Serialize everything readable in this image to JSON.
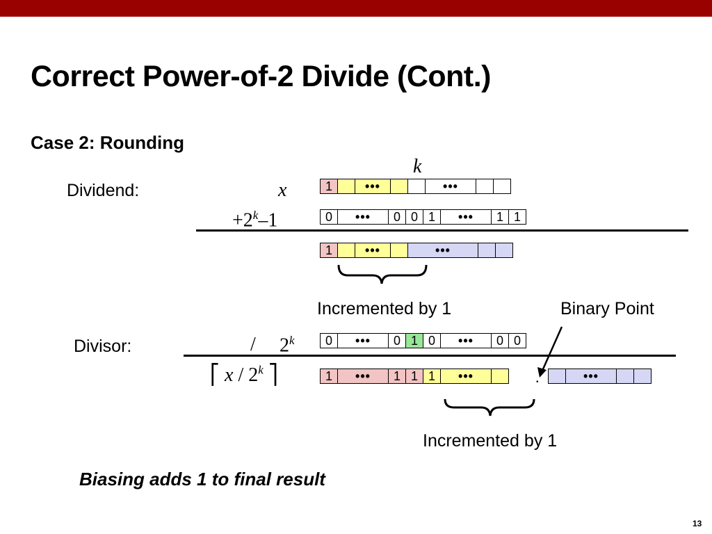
{
  "slide": {
    "title": "Correct Power-of-2 Divide (Cont.)",
    "subtitle": "Case 2: Rounding",
    "page_number": "13",
    "note": "Biasing adds 1 to final result"
  },
  "labels": {
    "dividend": "Dividend:",
    "divisor": "Divisor:",
    "incremented_top": "Incremented by 1",
    "incremented_bottom": "Incremented by 1",
    "binary_point": "Binary Point",
    "k": "k",
    "x": "x",
    "plus_two": "+2",
    "minus_one": "–1",
    "div_slash": "/",
    "two": "2",
    "ceil_left": "⎡",
    "ceil_right": "⎤",
    "ceil_x": "x",
    "ceil_slash": " / 2",
    "radix_point": "."
  },
  "rows": {
    "dividend_x": [
      "1",
      "",
      "•••",
      "",
      "",
      "•••",
      "",
      ""
    ],
    "bias": [
      "0",
      "•••",
      "0",
      "0",
      "1",
      "•••",
      "1",
      "1"
    ],
    "sum": [
      "1",
      "",
      "•••",
      "",
      "•••",
      "",
      ""
    ],
    "divisor": [
      "0",
      "•••",
      "0",
      "1",
      "0",
      "•••",
      "0",
      "0"
    ],
    "quotient": [
      "1",
      "•••",
      "1",
      "1",
      "1",
      "•••",
      ""
    ],
    "fraction": [
      "",
      "•••",
      "",
      ""
    ]
  },
  "colors": {
    "header_bar": "#990000",
    "sign_red": "#f2c4c4",
    "yellow": "#ffff99",
    "blue": "#d6d6f5",
    "green": "#99e699"
  }
}
